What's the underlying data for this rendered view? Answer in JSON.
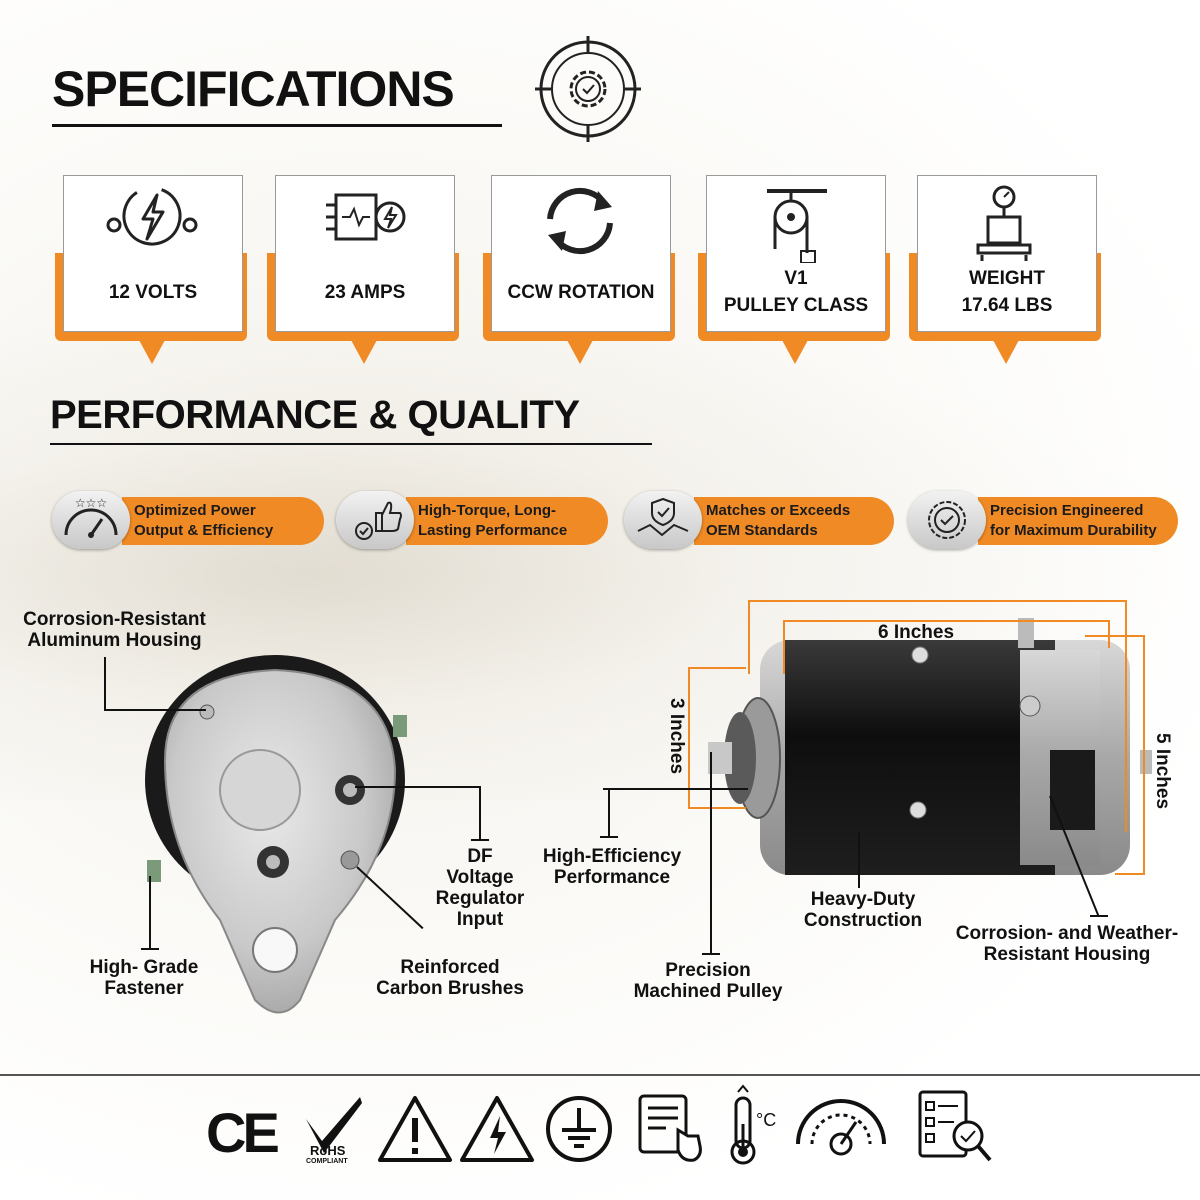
{
  "headings": {
    "specifications": "SPECIFICATIONS",
    "performance": "PERFORMANCE & QUALITY"
  },
  "specs": [
    {
      "label": "12 VOLTS",
      "icon": "power-icon"
    },
    {
      "label": "23 AMPS",
      "icon": "circuit-icon"
    },
    {
      "label": "CCW ROTATION",
      "icon": "rotation-icon"
    },
    {
      "label_line1": "V1",
      "label_line2": "PULLEY CLASS",
      "icon": "pulley-icon"
    },
    {
      "label_line1": "WEIGHT",
      "label_line2": "17.64 LBS",
      "icon": "scale-icon"
    }
  ],
  "features": [
    {
      "line1": "Optimized Power",
      "line2": "Output & Efficiency",
      "icon": "speedometer-icon"
    },
    {
      "line1": "High-Torque, Long-",
      "line2": "Lasting Performance",
      "icon": "thumbs-up-icon"
    },
    {
      "line1": "Matches or Exceeds",
      "line2": "OEM Standards",
      "icon": "handshake-icon"
    },
    {
      "line1": "Precision Engineered",
      "line2": "for Maximum Durability",
      "icon": "badge-check-icon"
    }
  ],
  "callouts": {
    "housing": [
      "Corrosion-Resistant",
      "Aluminum Housing"
    ],
    "df": [
      "DF",
      "Voltage",
      "Regulator",
      "Input"
    ],
    "fastener": [
      "High- Grade",
      "Fastener"
    ],
    "brushes": [
      "Reinforced",
      "Carbon Brushes"
    ],
    "efficiency": [
      "High-Efficiency",
      "Performance"
    ],
    "pulley": [
      "Precision",
      "Machined Pulley"
    ],
    "heavy": [
      "Heavy-Duty",
      "Construction"
    ],
    "weather": [
      "Corrosion- and Weather-",
      "Resistant Housing"
    ]
  },
  "dimensions": {
    "length": "6 Inches",
    "pulley_dia": "3 Inches",
    "body_dia": "5 Inches"
  },
  "certifications": {
    "ce": "CE",
    "rohs": "RoHS",
    "rohs_sub": "COMPLIANT",
    "temp_unit": "°C"
  },
  "colors": {
    "accent": "#f08a24",
    "text": "#111111"
  }
}
